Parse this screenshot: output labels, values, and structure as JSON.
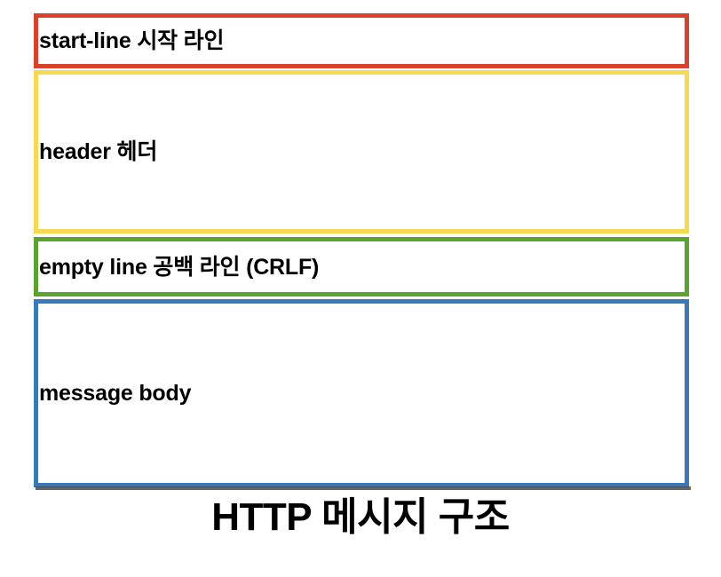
{
  "figure": {
    "title": "HTTP 메시지 구조",
    "canvas_background": "#ffffff",
    "text_color": "#000000"
  },
  "diagram": {
    "type": "stacked-box-diagram",
    "boxes": [
      {
        "id": "start-line",
        "label": "start-line 시작 라인",
        "border_color": "#d9412b",
        "fill_color": "#ffffff",
        "align": "top-left"
      },
      {
        "id": "header",
        "label": "header 헤더",
        "border_color": "#f5d94f",
        "fill_color": "#ffffff",
        "align": "middle-left"
      },
      {
        "id": "empty-line",
        "label": "empty line 공백 라인 (CRLF)",
        "border_color": "#5ba32f",
        "fill_color": "#ffffff",
        "align": "middle-left"
      },
      {
        "id": "message-body",
        "label": "message body",
        "border_color": "#3a79b8",
        "fill_color": "#ffffff",
        "align": "middle-left"
      }
    ]
  }
}
